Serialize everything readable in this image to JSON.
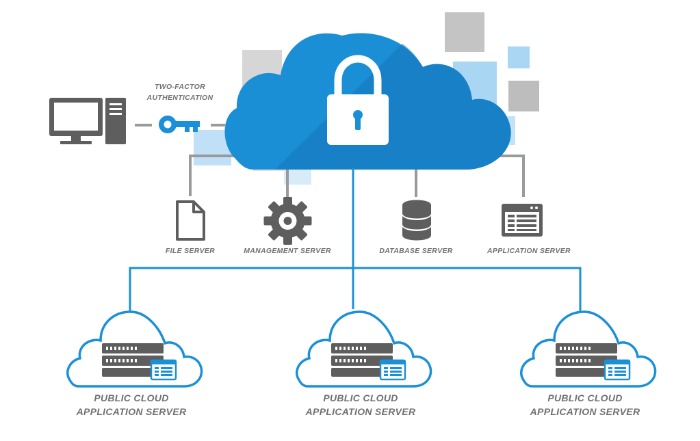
{
  "two_factor": {
    "line1": "TWO-FACTOR",
    "line2": "AUTHENTICATION"
  },
  "servers": {
    "file": "FILE SERVER",
    "management": "MANAGEMENT SERVER",
    "database": "DATABASE SERVER",
    "application": "APPLICATION SERVER"
  },
  "public_clouds": [
    {
      "line1": "PUBLIC CLOUD",
      "line2": "APPLICATION SERVER"
    },
    {
      "line1": "PUBLIC CLOUD",
      "line2": "APPLICATION SERVER"
    },
    {
      "line1": "PUBLIC CLOUD",
      "line2": "APPLICATION SERVER"
    }
  ],
  "colors": {
    "cloud_blue": "#1b8fd6",
    "cloud_dark": "#1474ba",
    "line_blue": "#1a90d8",
    "icon_gray": "#5e5e5e",
    "connector_gray": "#9a9a9a",
    "square_light_blue": "#a9d6f3",
    "square_gray": "#c9c9c9"
  }
}
